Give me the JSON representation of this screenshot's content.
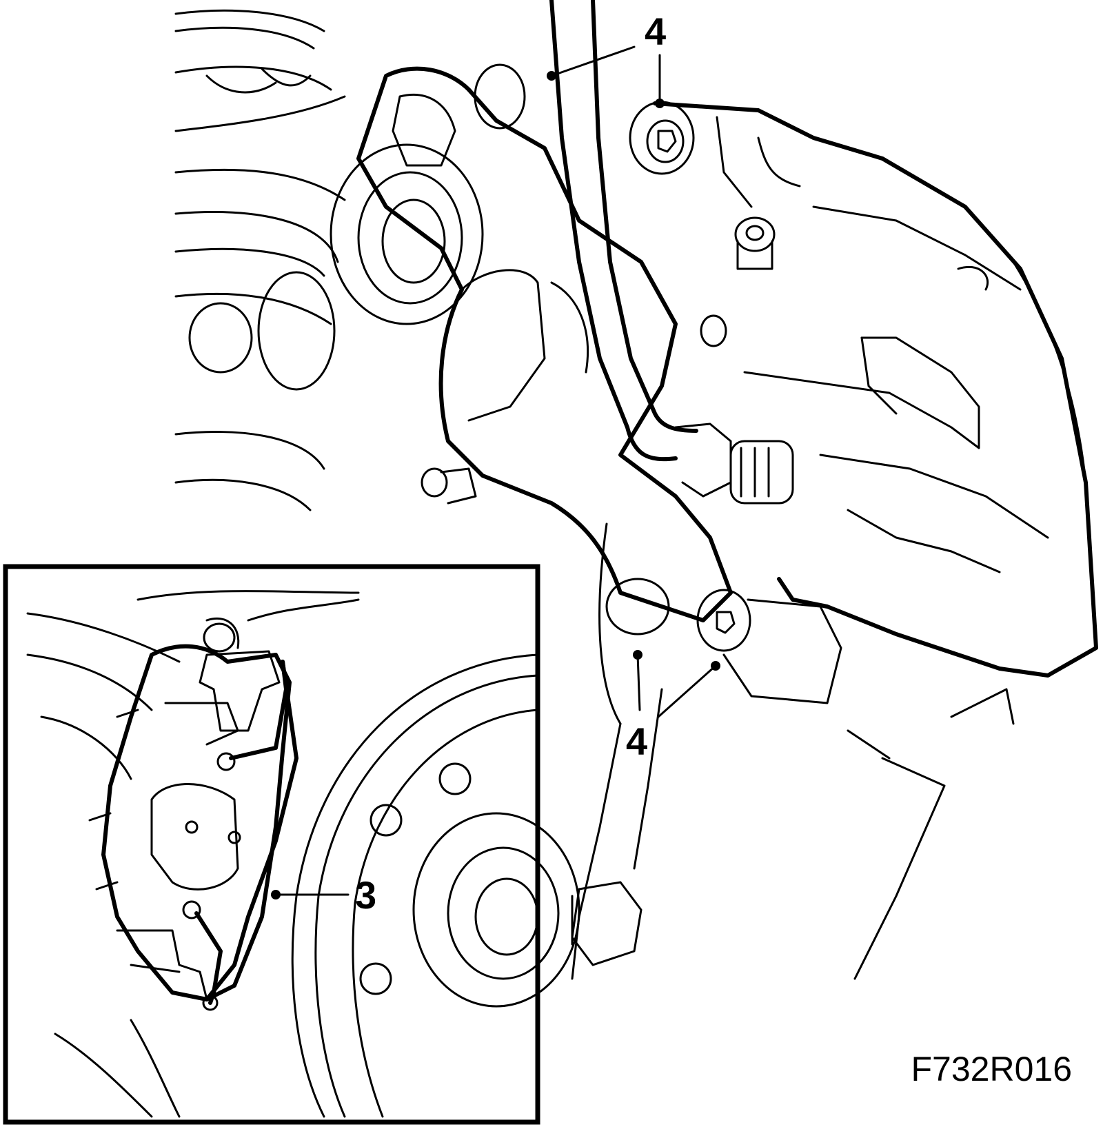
{
  "figure": {
    "code": "F732R016",
    "callouts": [
      {
        "label": "4"
      },
      {
        "label": "4"
      },
      {
        "label": "3"
      }
    ]
  },
  "colors": {
    "line": "#000000",
    "background": "#ffffff"
  }
}
